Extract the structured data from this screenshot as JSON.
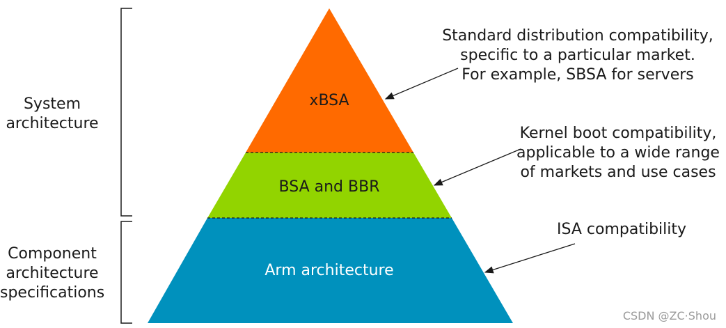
{
  "diagram": {
    "layers": [
      {
        "name": "xBSA",
        "color": "#ff6a00"
      },
      {
        "name": "BSA and BBR",
        "color": "#92d400"
      },
      {
        "name": "Arm architecture",
        "color": "#0091bd"
      }
    ],
    "left_groups": [
      {
        "lines": [
          "System",
          "architecture"
        ]
      },
      {
        "lines": [
          "Component",
          "architecture",
          "specifications"
        ]
      }
    ],
    "annotations": [
      {
        "lines": [
          "Standard distribution compatibility,",
          "specific to a particular market.",
          "For example, SBSA for servers"
        ]
      },
      {
        "lines": [
          "Kernel boot compatibility,",
          "applicable to a wide range",
          "of markets and use cases"
        ]
      },
      {
        "lines": [
          "ISA compatibility"
        ]
      }
    ],
    "colors": {
      "line": "#1a1a1a",
      "bracket": "#1a1a1a"
    }
  },
  "watermark": "CSDN @ZC·Shou"
}
